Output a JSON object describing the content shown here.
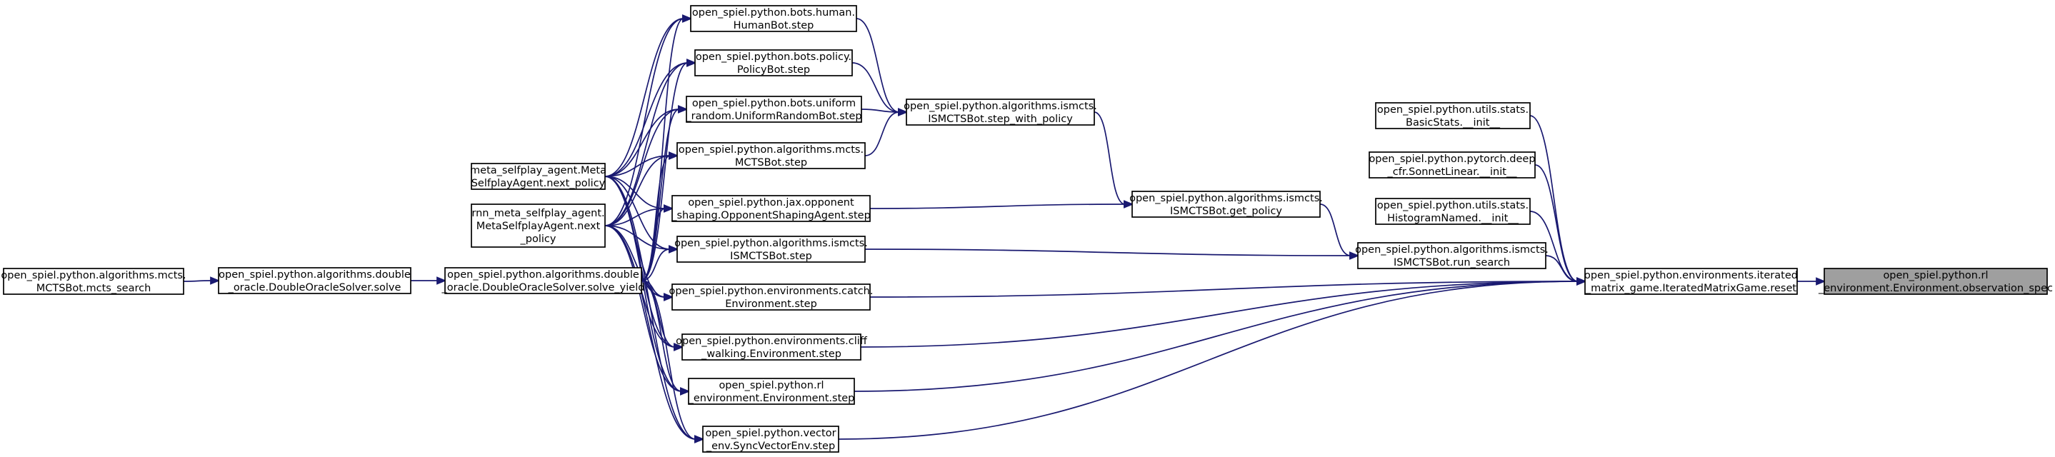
{
  "graph": {
    "colors": {
      "edge": "#191970",
      "node_fill": "#ffffff",
      "focus_fill": "#9f9f9f",
      "node_border": "#000000"
    },
    "nodes": [
      {
        "id": "obs_spec",
        "focus": true,
        "lines": [
          "open_spiel.python.rl",
          "_environment.Environment.observation_spec"
        ]
      },
      {
        "id": "iterated_reset",
        "lines": [
          "open_spiel.python.environments.iterated",
          "_matrix_game.IteratedMatrixGame.reset"
        ]
      },
      {
        "id": "basicstats_init",
        "lines": [
          "open_spiel.python.utils.stats.",
          "BasicStats.__init__"
        ]
      },
      {
        "id": "sonnetlinear_init",
        "lines": [
          "open_spiel.python.pytorch.deep",
          "_cfr.SonnetLinear.__init__"
        ]
      },
      {
        "id": "histogram_init",
        "lines": [
          "open_spiel.python.utils.stats.",
          "HistogramNamed.__init__"
        ]
      },
      {
        "id": "ismcts_run_search",
        "lines": [
          "open_spiel.python.algorithms.ismcts.",
          "ISMCTSBot.run_search"
        ]
      },
      {
        "id": "ismcts_get_policy",
        "lines": [
          "open_spiel.python.algorithms.ismcts.",
          "ISMCTSBot.get_policy"
        ]
      },
      {
        "id": "ismcts_step_with_policy",
        "lines": [
          "open_spiel.python.algorithms.ismcts.",
          "ISMCTSBot.step_with_policy"
        ]
      },
      {
        "id": "human_step",
        "lines": [
          "open_spiel.python.bots.human.",
          "HumanBot.step"
        ]
      },
      {
        "id": "policy_step",
        "lines": [
          "open_spiel.python.bots.policy.",
          "PolicyBot.step"
        ]
      },
      {
        "id": "uniform_step",
        "lines": [
          "open_spiel.python.bots.uniform",
          "_random.UniformRandomBot.step"
        ]
      },
      {
        "id": "mcts_step",
        "lines": [
          "open_spiel.python.algorithms.mcts.",
          "MCTSBot.step"
        ]
      },
      {
        "id": "opponent_step",
        "lines": [
          "open_spiel.python.jax.opponent",
          "_shaping.OpponentShapingAgent.step"
        ]
      },
      {
        "id": "ismcts_step",
        "lines": [
          "open_spiel.python.algorithms.ismcts.",
          "ISMCTSBot.step"
        ]
      },
      {
        "id": "catch_step",
        "lines": [
          "open_spiel.python.environments.catch.",
          "Environment.step"
        ]
      },
      {
        "id": "cliff_step",
        "lines": [
          "open_spiel.python.environments.cliff",
          "_walking.Environment.step"
        ]
      },
      {
        "id": "rl_env_step",
        "lines": [
          "open_spiel.python.rl",
          "_environment.Environment.step"
        ]
      },
      {
        "id": "vector_step",
        "lines": [
          "open_spiel.python.vector",
          "_env.SyncVectorEnv.step"
        ]
      },
      {
        "id": "meta_next_policy",
        "lines": [
          "meta_selfplay_agent.Meta",
          "SelfplayAgent.next_policy"
        ]
      },
      {
        "id": "rnn_next_policy",
        "lines": [
          "rnn_meta_selfplay_agent.",
          "MetaSelfplayAgent.next",
          "_policy"
        ]
      },
      {
        "id": "solve_yield",
        "lines": [
          "open_spiel.python.algorithms.double",
          "_oracle.DoubleOracleSolver.solve_yield"
        ]
      },
      {
        "id": "solve",
        "lines": [
          "open_spiel.python.algorithms.double",
          "_oracle.DoubleOracleSolver.solve"
        ]
      },
      {
        "id": "mcts_search",
        "lines": [
          "open_spiel.python.algorithms.mcts.",
          "MCTSBot.mcts_search"
        ]
      }
    ],
    "edges": [
      {
        "from": "iterated_reset",
        "to": "obs_spec"
      },
      {
        "from": "basicstats_init",
        "to": "iterated_reset"
      },
      {
        "from": "sonnetlinear_init",
        "to": "iterated_reset"
      },
      {
        "from": "histogram_init",
        "to": "iterated_reset"
      },
      {
        "from": "ismcts_run_search",
        "to": "iterated_reset"
      },
      {
        "from": "catch_step",
        "to": "iterated_reset"
      },
      {
        "from": "cliff_step",
        "to": "iterated_reset"
      },
      {
        "from": "rl_env_step",
        "to": "iterated_reset"
      },
      {
        "from": "vector_step",
        "to": "iterated_reset"
      },
      {
        "from": "ismcts_get_policy",
        "to": "ismcts_run_search"
      },
      {
        "from": "ismcts_step",
        "to": "ismcts_run_search"
      },
      {
        "from": "ismcts_step_with_policy",
        "to": "ismcts_get_policy"
      },
      {
        "from": "opponent_step",
        "to": "ismcts_get_policy"
      },
      {
        "from": "human_step",
        "to": "ismcts_step_with_policy"
      },
      {
        "from": "policy_step",
        "to": "ismcts_step_with_policy"
      },
      {
        "from": "uniform_step",
        "to": "ismcts_step_with_policy"
      },
      {
        "from": "mcts_step",
        "to": "ismcts_step_with_policy"
      },
      {
        "from": "meta_next_policy",
        "to": "human_step"
      },
      {
        "from": "rnn_next_policy",
        "to": "human_step"
      },
      {
        "from": "solve_yield",
        "to": "human_step"
      },
      {
        "from": "meta_next_policy",
        "to": "policy_step"
      },
      {
        "from": "rnn_next_policy",
        "to": "policy_step"
      },
      {
        "from": "solve_yield",
        "to": "policy_step"
      },
      {
        "from": "meta_next_policy",
        "to": "uniform_step"
      },
      {
        "from": "rnn_next_policy",
        "to": "uniform_step"
      },
      {
        "from": "solve_yield",
        "to": "uniform_step"
      },
      {
        "from": "meta_next_policy",
        "to": "mcts_step"
      },
      {
        "from": "rnn_next_policy",
        "to": "mcts_step"
      },
      {
        "from": "solve_yield",
        "to": "mcts_step"
      },
      {
        "from": "meta_next_policy",
        "to": "opponent_step"
      },
      {
        "from": "rnn_next_policy",
        "to": "opponent_step"
      },
      {
        "from": "solve_yield",
        "to": "opponent_step"
      },
      {
        "from": "meta_next_policy",
        "to": "ismcts_step"
      },
      {
        "from": "rnn_next_policy",
        "to": "ismcts_step"
      },
      {
        "from": "solve_yield",
        "to": "ismcts_step"
      },
      {
        "from": "meta_next_policy",
        "to": "catch_step"
      },
      {
        "from": "rnn_next_policy",
        "to": "catch_step"
      },
      {
        "from": "solve_yield",
        "to": "catch_step"
      },
      {
        "from": "meta_next_policy",
        "to": "cliff_step"
      },
      {
        "from": "rnn_next_policy",
        "to": "cliff_step"
      },
      {
        "from": "solve_yield",
        "to": "cliff_step"
      },
      {
        "from": "meta_next_policy",
        "to": "rl_env_step"
      },
      {
        "from": "rnn_next_policy",
        "to": "rl_env_step"
      },
      {
        "from": "solve_yield",
        "to": "rl_env_step"
      },
      {
        "from": "meta_next_policy",
        "to": "vector_step"
      },
      {
        "from": "rnn_next_policy",
        "to": "vector_step"
      },
      {
        "from": "solve_yield",
        "to": "vector_step"
      },
      {
        "from": "solve",
        "to": "solve_yield"
      },
      {
        "from": "mcts_search",
        "to": "solve"
      }
    ]
  }
}
